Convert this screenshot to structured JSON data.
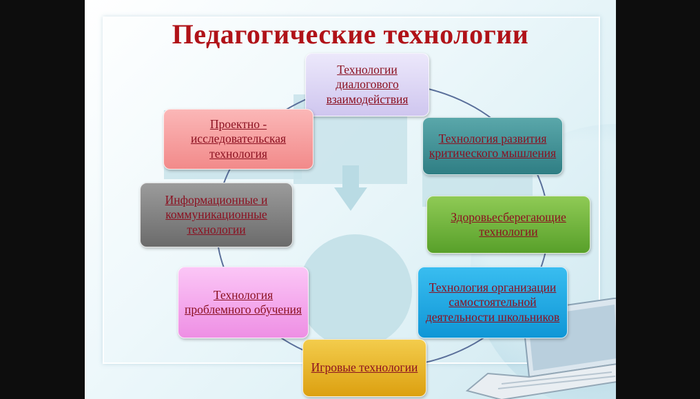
{
  "slide": {
    "title": "Педагогические технологии",
    "boxes": [
      {
        "id": "dialog",
        "label": "Технологии диалогового взаимодействия",
        "color": "#d9d3f2"
      },
      {
        "id": "critical",
        "label": "Технология развития критического мышления",
        "color": "#3e8f93"
      },
      {
        "id": "health",
        "label": "Здоровьесберегающие технологии",
        "color": "#6fb13a"
      },
      {
        "id": "independent",
        "label": "Технология организации самостоятельной деятельности школьников",
        "color": "#1aa7e0"
      },
      {
        "id": "game",
        "label": "Игровые технологии",
        "color": "#e8b21c"
      },
      {
        "id": "problem",
        "label": "Технология проблемного обучения",
        "color": "#f3a4ec"
      },
      {
        "id": "ict",
        "label": "Информационные и коммуникационные технологии",
        "color": "#7a7a7a"
      },
      {
        "id": "project",
        "label": "Проектно - исследовательская технология",
        "color": "#f59a9a"
      }
    ]
  }
}
